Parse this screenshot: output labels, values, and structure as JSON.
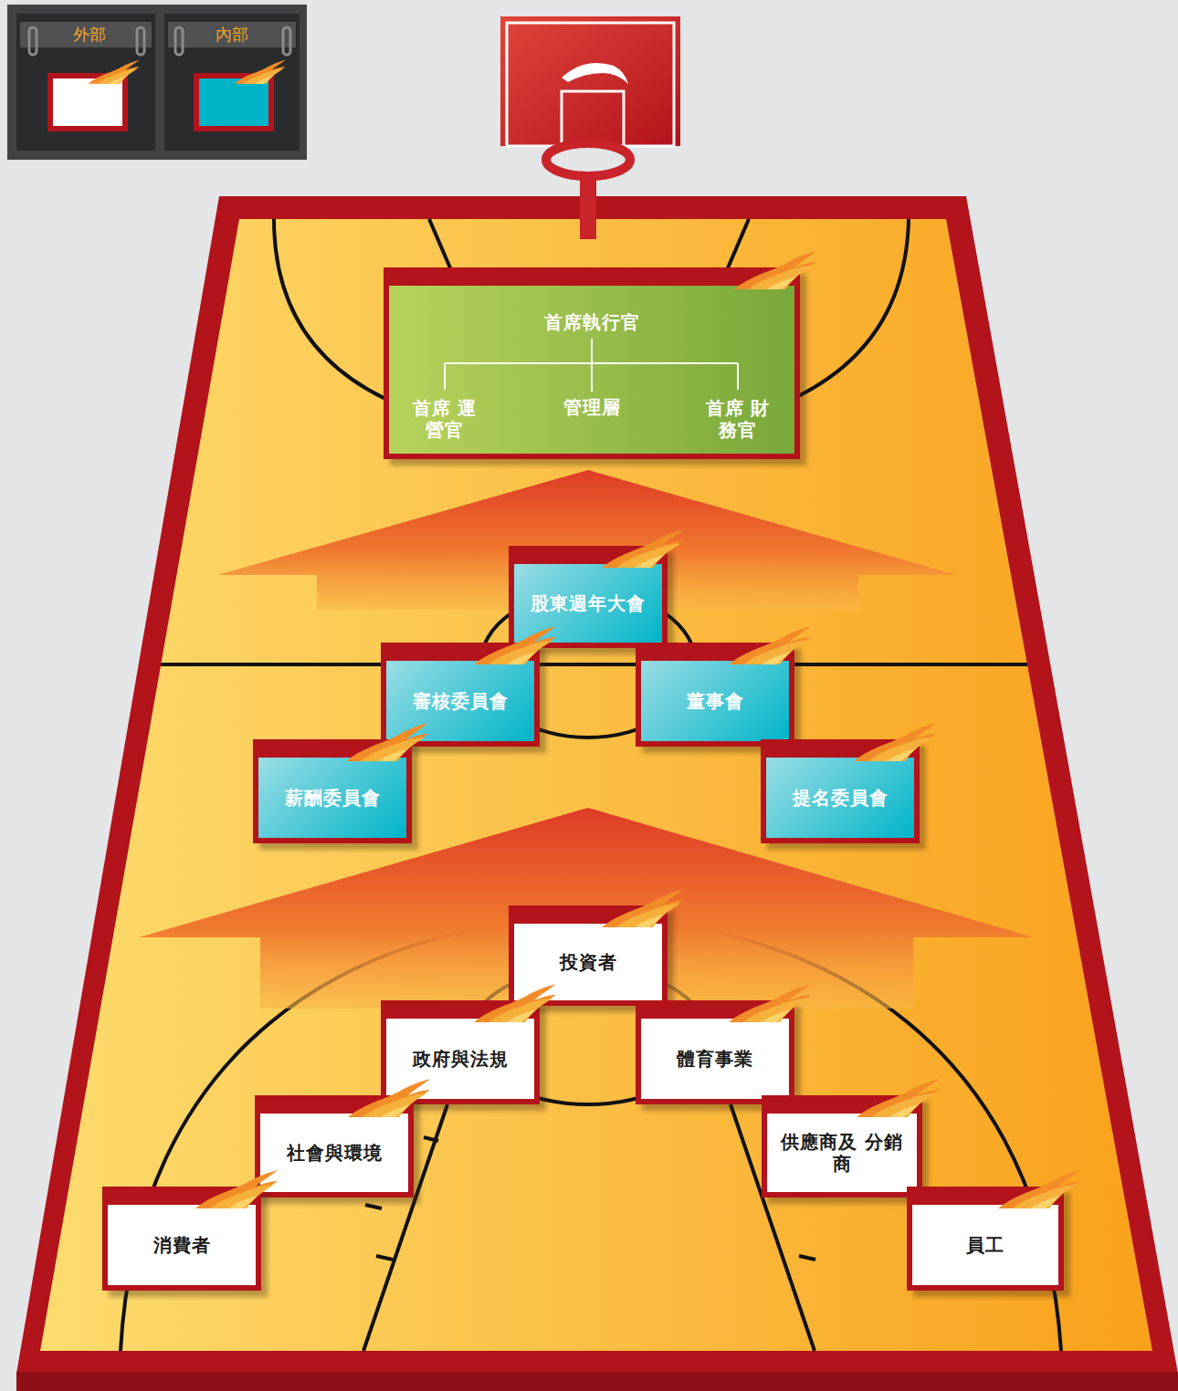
{
  "diagram": {
    "nodes": [
      {
        "text": [
          "首席執行官",
          "首席 運營官",
          "管理層",
          "首席 財務官"
        ]
      },
      {
        "text": [
          "股東週年大會"
        ]
      },
      {
        "text": [
          "審核委員會"
        ]
      },
      {
        "text": [
          "董事會"
        ]
      },
      {
        "text": [
          "薪酬委員會"
        ]
      },
      {
        "text": [
          "提名委員會"
        ]
      },
      {
        "text": [
          "投資者"
        ]
      },
      {
        "text": [
          "政府與法規"
        ]
      },
      {
        "text": [
          "體育事業"
        ]
      },
      {
        "text": [
          "社會與環境"
        ]
      },
      {
        "text": [
          "供應商及 分銷商"
        ]
      },
      {
        "text": [
          "消費者"
        ]
      },
      {
        "text": [
          "員工"
        ]
      }
    ],
    "legend": [
      {
        "text": "外部",
        "color": "#ffffff"
      },
      {
        "text": "內部",
        "color": "#00b4c8"
      }
    ]
  }
}
